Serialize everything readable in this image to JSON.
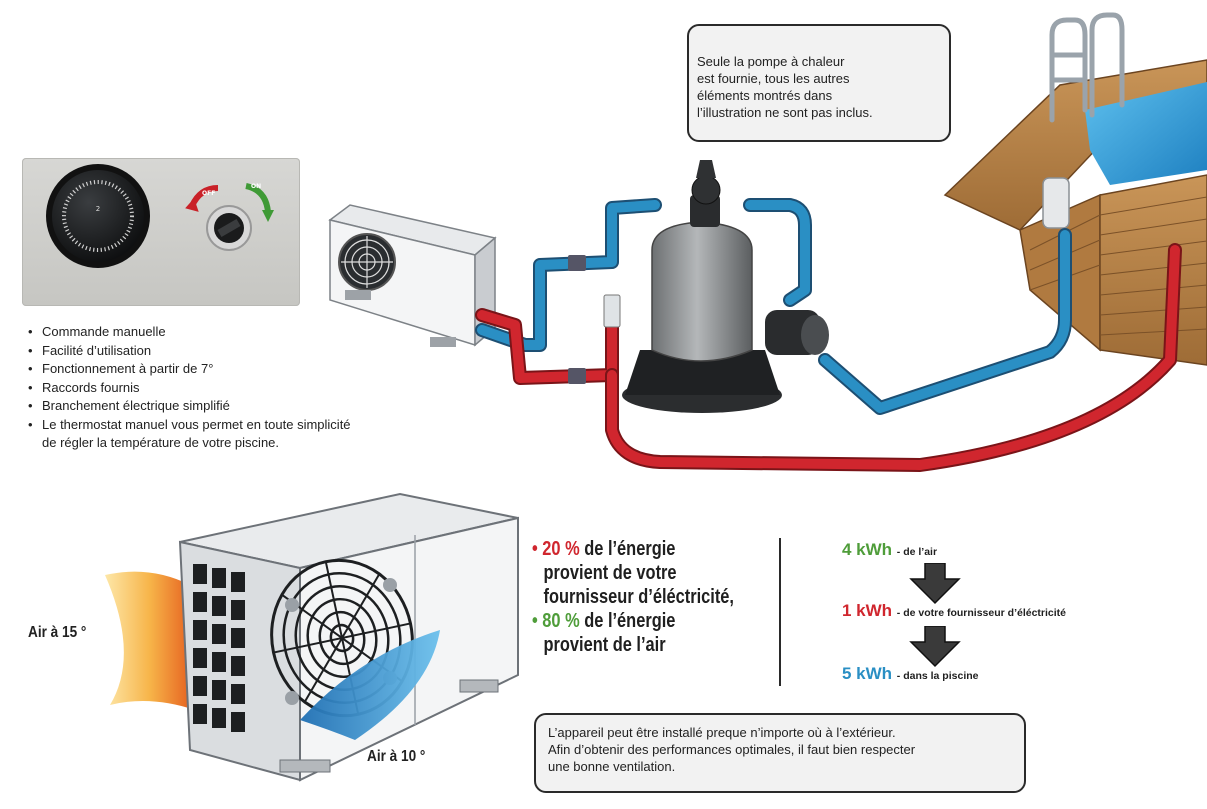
{
  "notes": {
    "top": {
      "lines": [
        "Seule la pompe à chaleur",
        "est fournie, tous les autres",
        "éléments montrés dans",
        "l’illustration ne sont pas inclus."
      ]
    },
    "bottom": {
      "lines": [
        "L’appareil peut être installé preque n’importe où à l’extérieur.",
        "Afin d’obtenir des performances optimales, il faut bien respecter",
        "une bonne ventilation."
      ]
    }
  },
  "control_panel": {
    "dial_mark": "2",
    "switch_label": "OFF",
    "switch_on_label": "ON"
  },
  "features": [
    "Commande manuelle",
    "Facilité d’utilisation",
    "Fonctionnement à partir de 7°",
    "Raccords fournis",
    "Branchement électrique simplifié",
    "Le thermostat manuel vous permet en toute simplicité",
    "de régler la température de votre piscine."
  ],
  "energy": {
    "pct_1": "20 %",
    "text_1a": "de l’énergie",
    "text_1b": "provient de votre",
    "text_1c": "fournisseur d’éléctricité,",
    "pct_2": "80 %",
    "text_2a": "de l’énergie",
    "text_2b": "provient de l’air"
  },
  "kwh": {
    "air_value": "4 kWh",
    "air_label": "- de l’air",
    "supplier_value": "1 kWh",
    "supplier_label": "- de votre fournisseur d’éléctricité",
    "pool_value": "5 kWh",
    "pool_label": "- dans la piscine"
  },
  "air": {
    "in_label": "Air à 15 °",
    "out_label": "Air à 10 °"
  },
  "colors": {
    "hot_pipe": "#d0262e",
    "cold_pipe": "#2a8fc4",
    "green_text": "#4f9d3a",
    "wood": "#b8844a",
    "pool_water": "#3a9ed6",
    "warm_air": "#f29a2e",
    "cool_air": "#2a84c8"
  }
}
